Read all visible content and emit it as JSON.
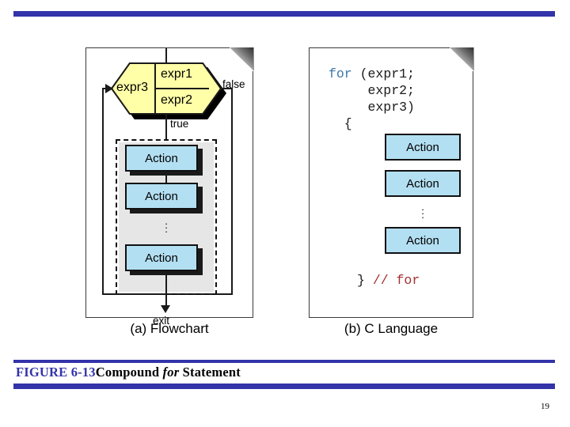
{
  "slide": {
    "page_number": "19",
    "accent_color": "#3333aa"
  },
  "figure": {
    "number": "FIGURE 6-13",
    "title_pre": "Compound ",
    "title_keyword": "for",
    "title_post": " Statement"
  },
  "panels": {
    "flowchart": {
      "caption": "(a) Flowchart",
      "decision": {
        "expr3": "expr3",
        "expr1": "expr1",
        "expr2": "expr2"
      },
      "labels": {
        "false": "false",
        "true": "true",
        "exit": "exit"
      },
      "actions": [
        "Action",
        "Action",
        "Action"
      ],
      "ellipsis": "⋮"
    },
    "code": {
      "caption": "(b) C Language",
      "keyword": "for",
      "header_rest": " (expr1;\n     expr2;\n     expr3)\n  {",
      "closing_brace": "} ",
      "comment": "// for",
      "actions": [
        "Action",
        "Action",
        "Action"
      ],
      "ellipsis": "⋮"
    }
  },
  "colors": {
    "decision_fill": "#ffffa8",
    "action_fill": "#b3dff2",
    "compound_backdrop": "#e6e6e6",
    "keyword": "#3f78a8",
    "comment": "#a33030"
  }
}
